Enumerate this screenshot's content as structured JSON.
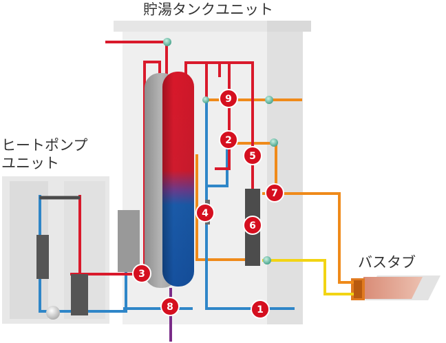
{
  "labels": {
    "tank_unit": "貯湯タンクユニット",
    "heat_pump_line1": "ヒートポンプ",
    "heat_pump_line2": "ユニット",
    "bathtub": "バスタブ"
  },
  "callouts": [
    {
      "id": "callout-1",
      "number": "1"
    },
    {
      "id": "callout-2",
      "number": "2"
    },
    {
      "id": "callout-3",
      "number": "3"
    },
    {
      "id": "callout-4",
      "number": "4"
    },
    {
      "id": "callout-5",
      "number": "5"
    },
    {
      "id": "callout-6",
      "number": "6"
    },
    {
      "id": "callout-7",
      "number": "7"
    },
    {
      "id": "callout-8",
      "number": "8"
    },
    {
      "id": "callout-9",
      "number": "9"
    }
  ],
  "colors": {
    "hot_pipe": "#d9192b",
    "cold_pipe": "#2f86c8",
    "mixed_pipe": "#ef8a1a",
    "supply_pipe": "#f2d414",
    "drain_pipe": "#7a2c88",
    "callout": "#d50f1f",
    "tank_hot": "#d21c2a",
    "tank_cold": "#1a5aa8",
    "unit_bg": "#eaeaea",
    "component": "#555555"
  }
}
